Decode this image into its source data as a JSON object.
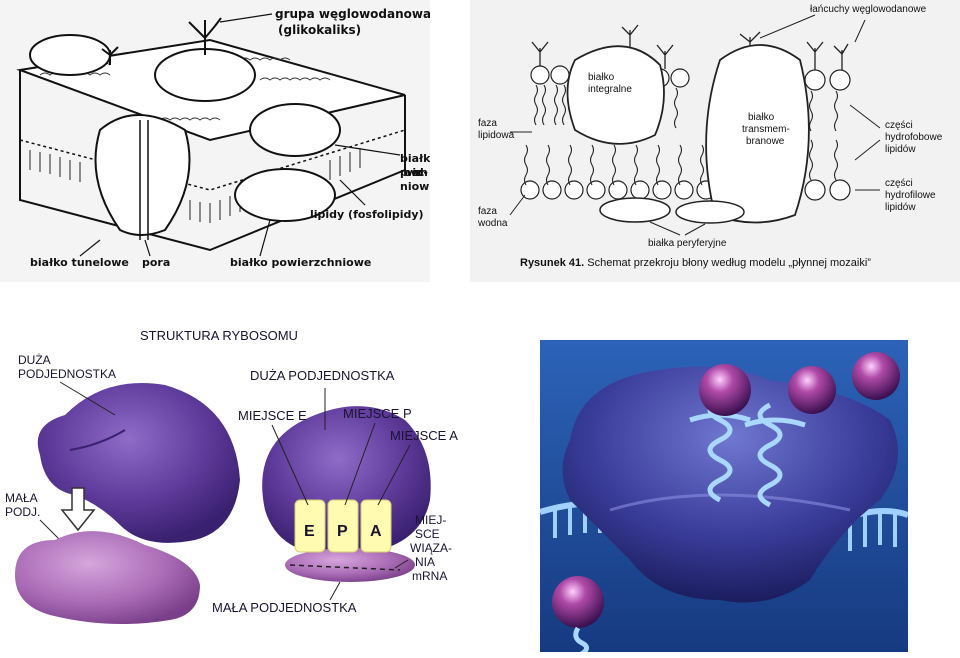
{
  "panel_tl": {
    "labels": {
      "glycocalyx_1": "grupa węglowodanowa",
      "glycocalyx_2": "(glikokaliks)",
      "surface_protein_1": "białko",
      "surface_protein_2": "powierzch-",
      "surface_protein_3": "niowe",
      "lipids": "lipidy (fosfolipidy)",
      "tunnel_protein": "białko tunelowe",
      "pore": "pora",
      "surface_protein_bottom": "białko powierzchniowe"
    }
  },
  "panel_tr": {
    "labels": {
      "chains": "łańcuchy węglowodanowe",
      "integral_1": "białko",
      "integral_2": "integralne",
      "transmem_1": "białko",
      "transmem_2": "transmem-",
      "transmem_3": "branowe",
      "lipid_phase_1": "faza",
      "lipid_phase_2": "lipidowa",
      "hydrophobic_1": "części",
      "hydrophobic_2": "hydrofobowe",
      "hydrophobic_3": "lipidów",
      "hydrophilic_1": "części",
      "hydrophilic_2": "hydrofilowe",
      "hydrophilic_3": "lipidów",
      "water_phase_1": "faza",
      "water_phase_2": "wodna",
      "peripheral": "białka peryferyjne",
      "caption_bold": "Rysunek 41.",
      "caption_rest": "Schemat przekroju błony według modelu „płynnej mozaiki”"
    }
  },
  "panel_bl": {
    "title": "STRUKTURA RYBOSOMU",
    "labels": {
      "large_left_1": "DUŻA",
      "large_left_2": "PODJEDNOSTKA",
      "small_left_1": "MAŁA",
      "small_left_2": "PODJ.",
      "large_right": "DUŻA PODJEDNOSTKA",
      "site_e": "MIEJSCE E",
      "site_p": "MIEJSCE P",
      "site_a": "MIEJSCE A",
      "mrna_1": "MIEJ-",
      "mrna_2": "SCE",
      "mrna_3": "WIĄZA-",
      "mrna_4": "NIA",
      "mrna_5": "mRNA",
      "small_right": "MAŁA PODJEDNOSTKA",
      "box_e": "E",
      "box_p": "P",
      "box_a": "A"
    },
    "colors": {
      "purple_dark": "#4b2a86",
      "purple_mid": "#6a45a8",
      "small_pink": "#b07ac0",
      "site_yellow": "#fffbb0"
    }
  },
  "panel_br": {
    "colors": {
      "bg": "#1f4fa0",
      "ribosome": "#3c3f9e",
      "rna": "#8fc6ff",
      "sphere": "#6a1a6e"
    }
  }
}
